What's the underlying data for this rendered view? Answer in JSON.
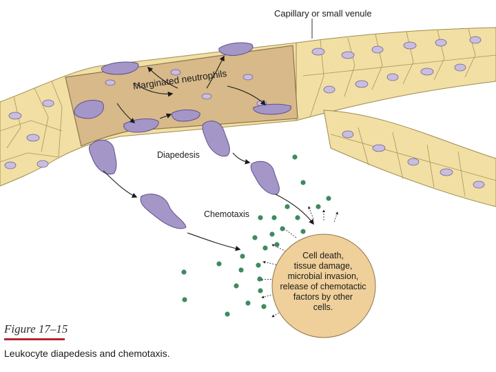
{
  "labels": {
    "vessel": "Capillary or small venule",
    "marginated": "Marginated neutrophils",
    "diapedesis": "Diapedesis",
    "chemotaxis": "Chemotaxis"
  },
  "source_lines": [
    "Cell death,",
    "tissue damage,",
    "microbial invasion,",
    "release of chemotactic",
    "factors by other",
    "cells."
  ],
  "caption": {
    "figure": "Figure 17–15",
    "text": "Leukocyte diapedesis and chemotaxis."
  },
  "colors": {
    "vessel_fill": "#f1dfa4",
    "vessel_outline": "#9d8a4e",
    "lumen": "#d7b98a",
    "nucleus": "#c9bde0",
    "neutrophil": "#a596c8",
    "neutrophil_outline": "#5d4e8c",
    "chemokine": "#3f8a60",
    "source": "#efcf9a",
    "accent_rule": "#b3262b"
  }
}
